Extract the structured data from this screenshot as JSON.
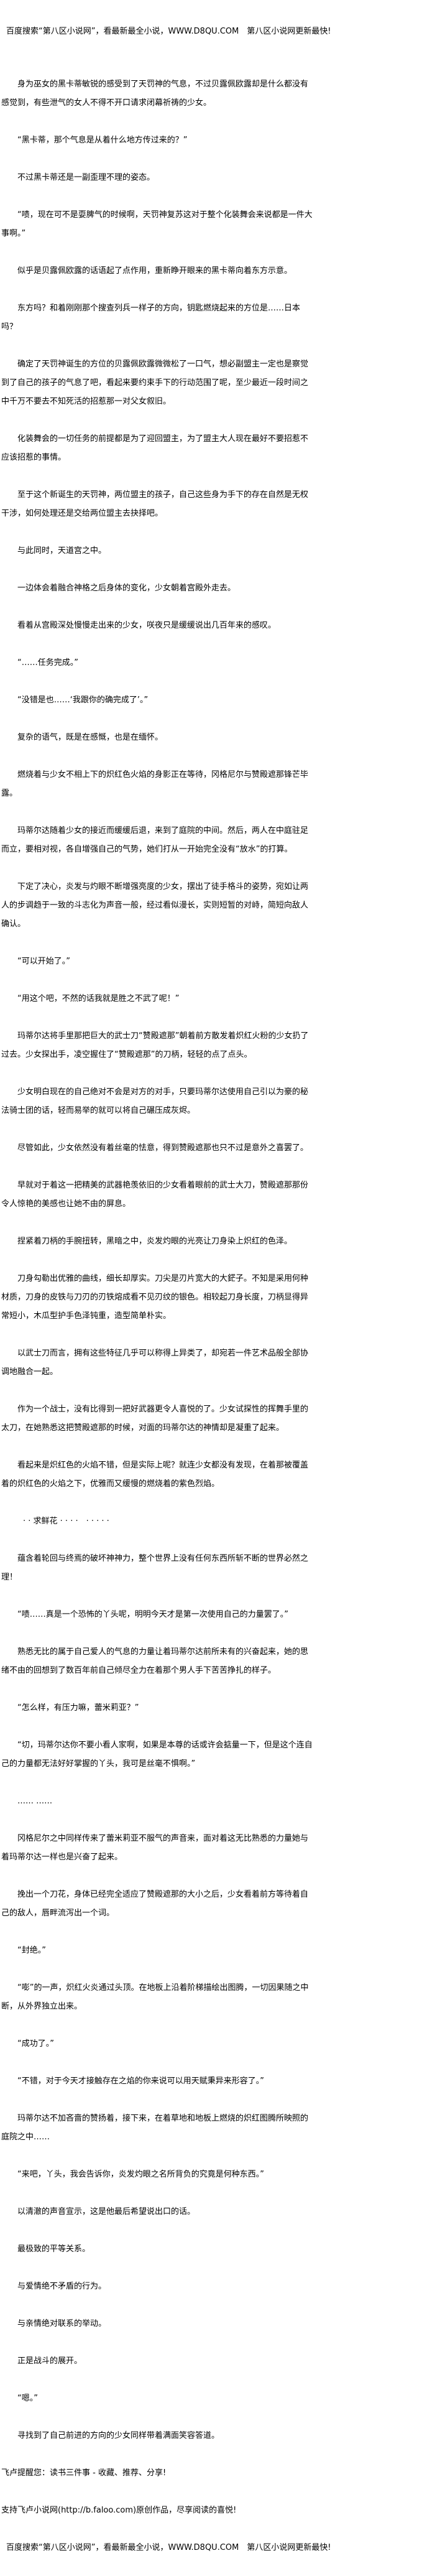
{
  "header": {
    "banner": "百度搜索“第八区小说网”，看最新最全小说，WWW.D8QU.COM　第八区小说网更新最快!"
  },
  "chapter": {
    "paragraphs": [
      "身为巫女的黑卡蒂敏锐的感受到了天罚神的气息，不过贝露佩欧露却是什么都没有感觉到，有些泄气的女人不得不开口请求闭幕祈祷的少女。",
      "“黑卡蒂，那个气息是从着什么地方传过来的？”",
      "不过黑卡蒂还是一副歪理不理的姿态。",
      "“啧，现在可不是耍脾气的时候啊，天罚神复苏这对于整个化装舞会来说都是一件大事啊。”",
      "似乎是贝露佩欧露的话语起了点作用，重新睁开眼来的黑卡蒂向着东方示意。",
      "东方吗？和着刚刚那个搜查列兵一样子的方向，钥匙燃烧起来的方位是……日本吗？",
      "确定了天罚神诞生的方位的贝露佩欧露微微松了一口气，想必副盟主一定也是察觉到了自己的孩子的气息了吧，看起来要约束手下的行动范围了呢，至少最近一段时间之中千万不要去不知死活的招惹那一对父女叙旧。",
      "化装舞会的一切任务的前提都是为了迎回盟主，为了盟主大人现在最好不要招惹不应该招惹的事情。",
      "至于这个新诞生的天罚神，两位盟主的孩子，自己这些身为手下的存在自然是无权干涉，如何处理还是交给两位盟主去抉择吧。",
      "与此同时，天道宫之中。",
      "一边体会着融合神格之后身体的变化，少女朝着宫殿外走去。",
      "看着从宫殿深处慢慢走出来的少女，咲夜只是缓缓说出几百年来的感叹。",
      "“……任务完成。”",
      "“没错是也……‘我跟你的确完成了’。”",
      "复杂的语气，既是在感慨，也是在缅怀。",
      "燃烧着与少女不相上下的炽红色火焰的身影正在等待，冈格尼尔与赞殿遮那锋芒毕露。",
      "玛蒂尔达随着少女的接近而缓缓后退，来到了庭院的中间。然后，两人在中庭驻足而立，要相对视，各自增强自己的气势，她们打从一开始完全没有“放水”的打算。",
      "下定了决心，炎发与灼眼不断增强亮度的少女，摆出了徒手格斗的姿势，宛如让两人的步调趋于一致的斗志化为声音一般，经过看似漫长，实则短暂的对峙，简短向敌人确认。",
      "“可以开始了。”",
      "“用这个吧，不然的话我就是胜之不武了呢！”",
      "玛蒂尔达将手里那把巨大的武士刀“赞殿遮那”朝着前方散发着炽红火粉的少女扔了过去。少女探出手，凌空握住了“赞殿遮那”的刀柄，轻轻的点了点头。",
      "少女明白现在的自己绝对不会是对方的对手，只要玛蒂尔达使用自己引以为豪的秘法骑士团的话，轻而易举的就可以将自己碾压成灰烬。",
      "尽管如此，少女依然没有着丝毫的怯意，得到赞殿遮那也只不过是意外之喜罢了。",
      "早就对于着这一把精美的武器艳羡依旧的少女看着眼前的武士大刀，赞殿遮那那份令人惊艳的美感也让她不由的屏息。",
      "捏紧着刀柄的手腕扭转，黑暗之中，炎发灼眼的光亮让刀身染上炽红的色泽。",
      "刀身勾勒出优雅的曲线，细长却厚实。刀尖是刃片宽大的大鋩子。不知是采用何种材质，刀身的皮铁与刀刃的刃铁熔成看不见刃纹的银色。相较起刀身长度，刀柄显得异常短小，木瓜型护手色泽钝重，造型简单朴实。",
      "以武士刀而言，拥有这些特征几乎可以称得上异类了，却宛若一件艺术品般全部协调地融合一起。",
      "作为一个战士，没有比得到一把好武器更令人喜悦的了。少女试探性的挥舞手里的太刀，在她熟悉这把赞殿遮那的时候，对面的玛蒂尔达的神情却是凝重了起来。",
      "看起来是炽红色的火焰不错，但是实际上呢？就连少女都没有发现，在着那被覆盖着的炽红色的火焰之下，优雅而又缓慢的燃烧着的紫色烈焰。",
      "· · 求鲜花 · · · ·　· · · · ·",
      "蕴含着轮回与终焉的破坏神神力，整个世界上没有任何东西所斩不断的世界必然之理！",
      "“啧……真是一个恐怖的丫头呢，明明今天才是第一次使用自己的力量罢了。”",
      "熟悉无比的属于自己爱人的气息的力量让着玛蒂尔达前所未有的兴奋起来，她的思绪不由的回想到了数百年前自己倾尽全力在着那个男人手下苦苦挣扎的样子。",
      "“怎么样，有压力嘛，蕾米莉亚？”",
      "“切，玛蒂尔达你不要小看人家啊，如果是本尊的话或许会掂量一下，但是这个连自己的力量都无法好好掌握的丫头，我可是丝毫不惧啊。”",
      "…… ……",
      "冈格尼尔之中同样传来了蕾米莉亚不服气的声音来，面对着这无比熟悉的力量她与着玛蒂尔达一样也是兴奋了起来。",
      "挽出一个刀花，身体已经完全适应了赞殿遮那的大小之后，少女看着前方等待着自己的敌人，唇畔流泻出一个词。",
      "“封绝。”",
      "“嘭”的一声，炽红火炎通过头顶。在地板上沿着阶梯描绘出图腾，一切因果随之中断，从外界独立出来。",
      "“成功了。”",
      "“不错，对于今天才接触存在之焰的你来说可以用天赋秉异来形容了。”",
      "玛蒂尔达不加吝啬的赞扬着，接下来，在着草地和地板上燃烧的炽红图腾所映照的庭院之中……",
      "“来吧，丫头，我会告诉你，炎发灼眼之名所背负的究竟是何种东西。”",
      "以清澈的声音宣示，这是他最后希望说出口的话。",
      "最极致的平等关系。",
      "与爱情绝不矛盾的行为。",
      "与亲情绝对联系的举动。",
      "正是战斗的展开。",
      "“嗯。”",
      "寻找到了自己前进的方向的少女同样带着满面笑容答道。"
    ]
  },
  "footer": {
    "reminder": "飞卢提醒您：读书三件事 - 收藏、推荐、分享!",
    "support": "支持飞卢小说网(http://b.faloo.com)原创作品，尽享阅读的喜悦!",
    "banner": "百度搜索“第八区小说网”，看最新最全小说，WWW.D8QU.COM　第八区小说网更新最快!"
  }
}
